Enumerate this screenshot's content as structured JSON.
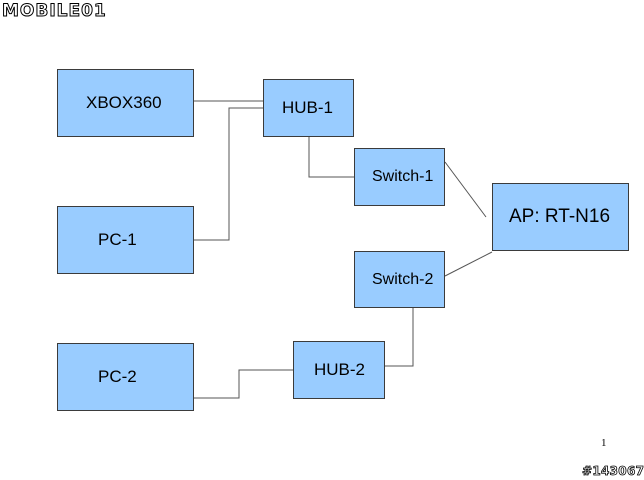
{
  "logo": {
    "text": "MOBILE01"
  },
  "diagram": {
    "nodes": [
      {
        "id": "xbox360",
        "label": "XBOX360"
      },
      {
        "id": "pc-1",
        "label": "PC-1"
      },
      {
        "id": "pc-2",
        "label": "PC-2"
      },
      {
        "id": "hub-1",
        "label": "HUB-1"
      },
      {
        "id": "hub-2",
        "label": "HUB-2"
      },
      {
        "id": "switch-1",
        "label": "Switch-1"
      },
      {
        "id": "switch-2",
        "label": "Switch-2"
      },
      {
        "id": "ap",
        "label": "AP: RT-N16"
      }
    ],
    "edges": [
      {
        "from": "XBOX360",
        "to": "HUB-1"
      },
      {
        "from": "PC-1",
        "to": "HUB-1"
      },
      {
        "from": "HUB-1",
        "to": "Switch-1"
      },
      {
        "from": "Switch-1",
        "to": "AP: RT-N16"
      },
      {
        "from": "Switch-2",
        "to": "AP: RT-N16"
      },
      {
        "from": "Switch-2",
        "to": "HUB-2"
      },
      {
        "from": "PC-2",
        "to": "HUB-2"
      }
    ]
  },
  "page_number": "1",
  "watermark": "#143067",
  "colors": {
    "node_fill": "#99ccff",
    "node_border": "#3b3b3b",
    "connector": "#555555"
  }
}
